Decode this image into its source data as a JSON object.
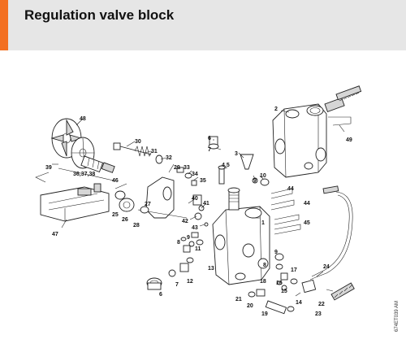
{
  "header": {
    "title": "Regulation valve block",
    "accent_color": "#f37021",
    "background_color": "#e6e6e6"
  },
  "diagram": {
    "reference_code": "674ET039 AM",
    "callouts": [
      {
        "id": "c1",
        "text": "1"
      },
      {
        "id": "c2",
        "text": "2"
      },
      {
        "id": "c3",
        "text": "3"
      },
      {
        "id": "c45",
        "text": "4,5"
      },
      {
        "id": "c6",
        "text": "6"
      },
      {
        "id": "c6b",
        "text": "6"
      },
      {
        "id": "c7",
        "text": "7"
      },
      {
        "id": "c7b",
        "text": "7"
      },
      {
        "id": "c8",
        "text": "8"
      },
      {
        "id": "c8b",
        "text": "8"
      },
      {
        "id": "c9",
        "text": "9"
      },
      {
        "id": "c9b",
        "text": "9"
      },
      {
        "id": "c9c",
        "text": "9"
      },
      {
        "id": "c10",
        "text": "10"
      },
      {
        "id": "c11",
        "text": "11"
      },
      {
        "id": "c12",
        "text": "12"
      },
      {
        "id": "c13",
        "text": "13"
      },
      {
        "id": "c14",
        "text": "14"
      },
      {
        "id": "c15",
        "text": "15"
      },
      {
        "id": "c16",
        "text": "16"
      },
      {
        "id": "c17",
        "text": "17"
      },
      {
        "id": "c18",
        "text": "18"
      },
      {
        "id": "c19",
        "text": "19"
      },
      {
        "id": "c20",
        "text": "20"
      },
      {
        "id": "c21",
        "text": "21"
      },
      {
        "id": "c22",
        "text": "22"
      },
      {
        "id": "c23",
        "text": "23"
      },
      {
        "id": "c24",
        "text": "24"
      },
      {
        "id": "c25",
        "text": "25"
      },
      {
        "id": "c26",
        "text": "26"
      },
      {
        "id": "c27",
        "text": "27"
      },
      {
        "id": "c28",
        "text": "28"
      },
      {
        "id": "c29",
        "text": "29"
      },
      {
        "id": "c30",
        "text": "30"
      },
      {
        "id": "c31",
        "text": "31"
      },
      {
        "id": "c32",
        "text": "32"
      },
      {
        "id": "c33",
        "text": "33"
      },
      {
        "id": "c34",
        "text": "34"
      },
      {
        "id": "c35",
        "text": "35"
      },
      {
        "id": "c363738",
        "text": "36,37,38"
      },
      {
        "id": "c39",
        "text": "39"
      },
      {
        "id": "c40",
        "text": "40"
      },
      {
        "id": "c41",
        "text": "41"
      },
      {
        "id": "c42",
        "text": "42"
      },
      {
        "id": "c43",
        "text": "43"
      },
      {
        "id": "c44",
        "text": "44"
      },
      {
        "id": "c44b",
        "text": "44"
      },
      {
        "id": "c45b",
        "text": "45"
      },
      {
        "id": "c46",
        "text": "46"
      },
      {
        "id": "c47",
        "text": "47"
      },
      {
        "id": "c48",
        "text": "48"
      },
      {
        "id": "c49",
        "text": "49"
      }
    ]
  }
}
